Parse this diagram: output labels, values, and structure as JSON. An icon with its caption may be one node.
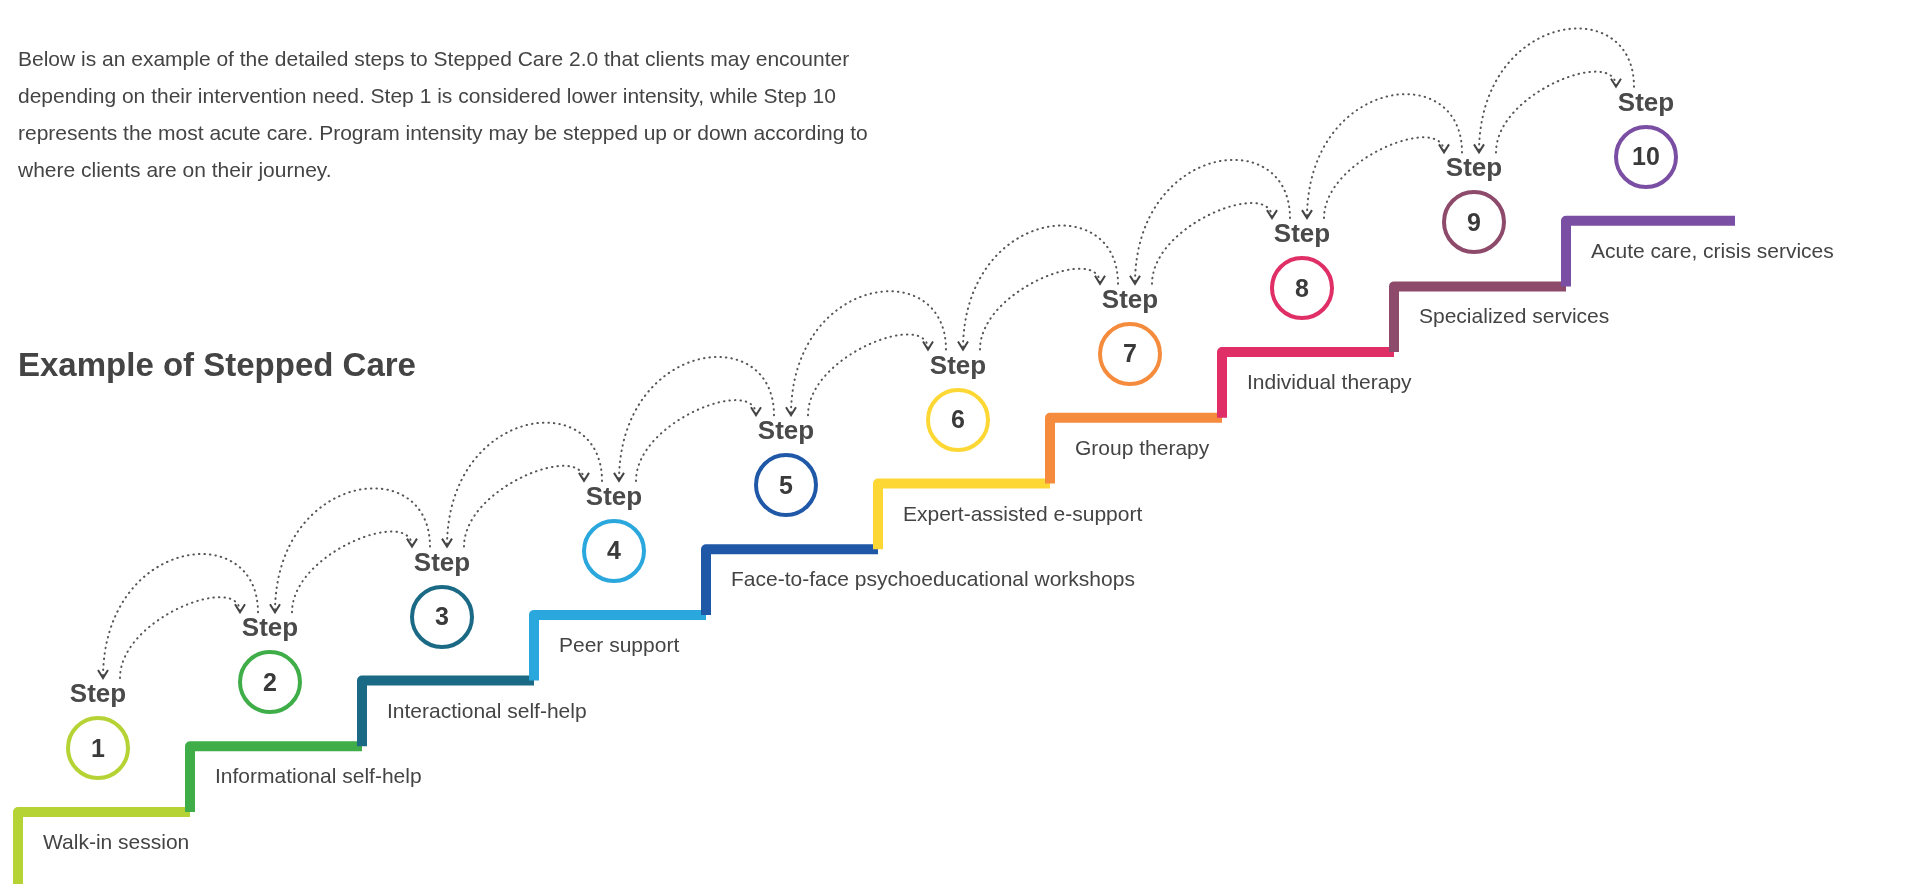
{
  "diagram": {
    "title": "Example of Stepped Care",
    "nodes": [
      {
        "text": [
          "Step",
          "1"
        ],
        "beside": [
          "Walk-in session"
        ]
      },
      {
        "text": [
          "Step",
          "2"
        ],
        "beside": [
          "Informational self-help"
        ]
      },
      {
        "text": [
          "Step",
          "3"
        ],
        "beside": [
          "Interactional self-help"
        ]
      },
      {
        "text": [
          "Step",
          "4"
        ],
        "beside": [
          "Peer support"
        ]
      },
      {
        "text": [
          "Step",
          "5"
        ],
        "beside": [
          "Face-to-face psychoeducational workshops"
        ]
      },
      {
        "text": [
          "Step",
          "6"
        ],
        "beside": [
          "Expert-assisted e-support"
        ]
      },
      {
        "text": [
          "Step",
          "7"
        ],
        "beside": [
          "Group therapy"
        ]
      },
      {
        "text": [
          "Step",
          "8"
        ],
        "beside": [
          "Individual therapy"
        ]
      },
      {
        "text": [
          "Step",
          "9"
        ],
        "beside": [
          "Specialized services"
        ]
      },
      {
        "text": [
          "Step",
          "10"
        ],
        "beside": [
          "Acute care, crisis services"
        ]
      }
    ],
    "edges": [
      {
        "from": 0,
        "to": 1,
        "arrow": "to"
      },
      {
        "from": 1,
        "to": 0,
        "arrow": "to"
      },
      {
        "from": 1,
        "to": 2,
        "arrow": "to"
      },
      {
        "from": 2,
        "to": 1,
        "arrow": "to"
      },
      {
        "from": 2,
        "to": 3,
        "arrow": "to"
      },
      {
        "from": 3,
        "to": 2,
        "arrow": "to"
      },
      {
        "from": 3,
        "to": 4,
        "arrow": "to"
      },
      {
        "from": 4,
        "to": 3,
        "arrow": "to"
      },
      {
        "from": 4,
        "to": 5,
        "arrow": "to"
      },
      {
        "from": 5,
        "to": 4,
        "arrow": "to"
      },
      {
        "from": 5,
        "to": 6,
        "arrow": "to"
      },
      {
        "from": 6,
        "to": 5,
        "arrow": "to"
      },
      {
        "from": 6,
        "to": 7,
        "arrow": "to"
      },
      {
        "from": 7,
        "to": 6,
        "arrow": "to"
      },
      {
        "from": 7,
        "to": 8,
        "arrow": "to"
      },
      {
        "from": 8,
        "to": 7,
        "arrow": "to"
      },
      {
        "from": 8,
        "to": 9,
        "arrow": "to"
      },
      {
        "from": 9,
        "to": 8,
        "arrow": "to"
      }
    ],
    "labels": [
      "Below is an example of the detailed steps to Stepped Care 2.0 that clients may encounter depending on their intervention need. Step 1 is considered lower intensity, while Step 10 represents the most acute care. Program intensity may be stepped up or down according to where clients are on their journey."
    ]
  }
}
